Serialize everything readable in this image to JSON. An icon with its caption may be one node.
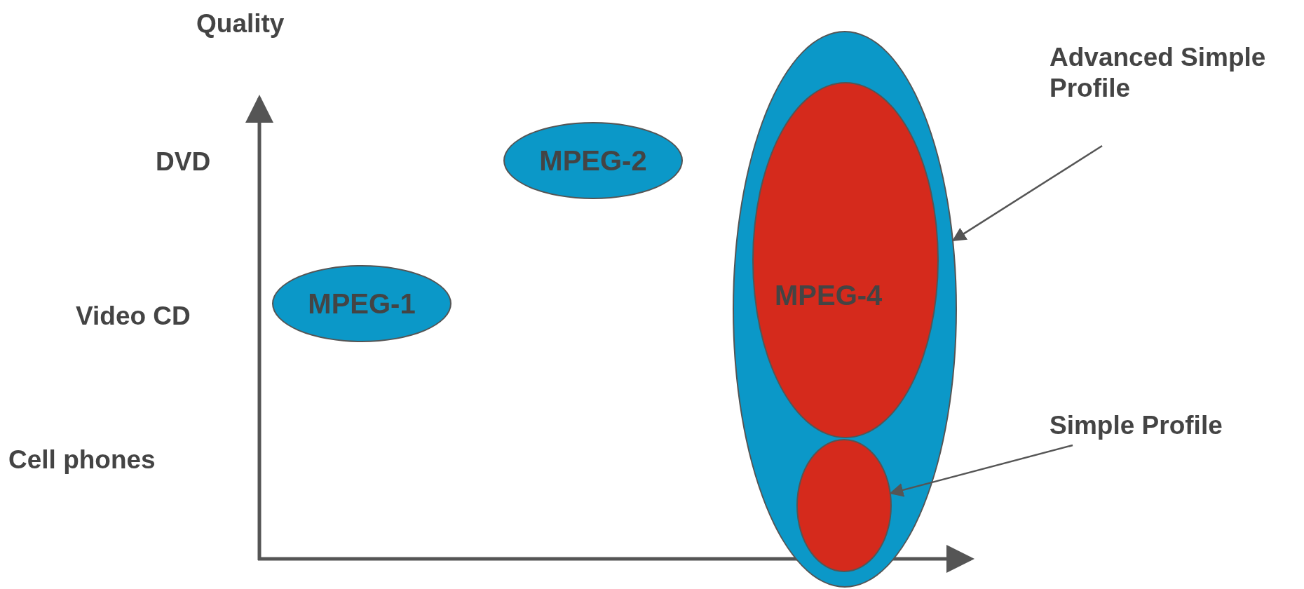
{
  "diagram": {
    "nodes": [
      {
        "text": [
          "MPEG-2"
        ]
      },
      {
        "text": [
          "MPEG-1"
        ]
      },
      {
        "text": [],
        "shape": "ellipse"
      },
      {
        "text": [
          "MPEG-4"
        ],
        "in": 2
      },
      {
        "text": [],
        "shape": "ellipse",
        "in": 2
      },
      {
        "text": [
          "Advanced Simple Profile"
        ]
      },
      {
        "text": [
          "Simple Profile"
        ]
      }
    ],
    "edges": [
      {
        "from": 5,
        "to": 2,
        "arrow": "to"
      },
      {
        "from": 6,
        "to": 4,
        "arrow": "to"
      }
    ],
    "labels": [
      "Quality",
      "DVD",
      "Video CD",
      "Cell phones"
    ]
  }
}
